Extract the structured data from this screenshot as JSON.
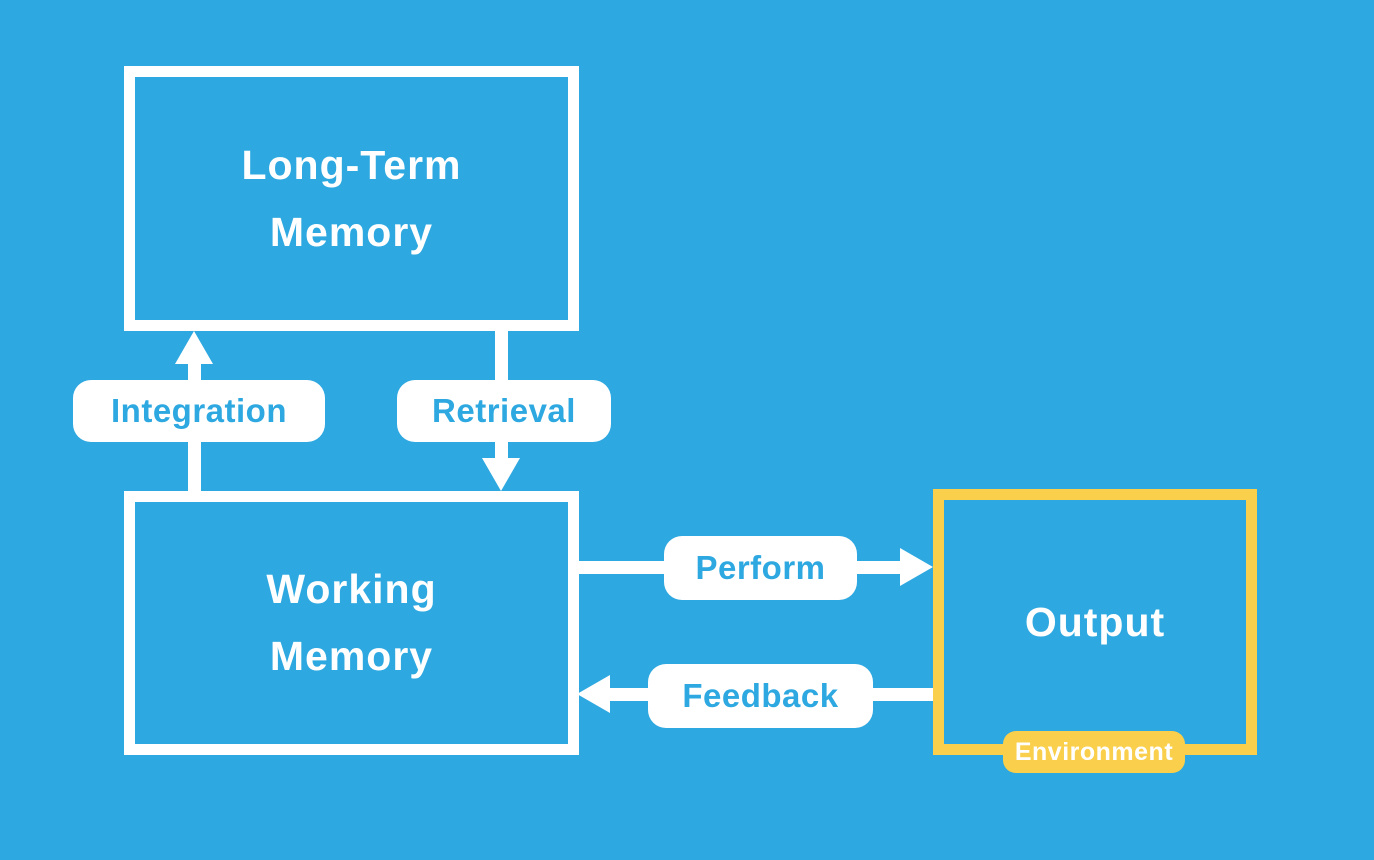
{
  "palette": {
    "background_blue": "#2EA8E0",
    "box_border_white": "#FFFFFF",
    "accent_yellow": "#F9CF4B",
    "pill_text_blue": "#2EA8E0",
    "node_text_white": "#FFFFFF"
  },
  "diagram": {
    "nodes": [
      {
        "id": "long-term-memory",
        "label": "Long-Term\nMemory",
        "border": "white"
      },
      {
        "id": "working-memory",
        "label": "Working\nMemory",
        "border": "white"
      },
      {
        "id": "output",
        "label": "Output",
        "border": "yellow",
        "badge": "Environment"
      }
    ],
    "edges": [
      {
        "id": "integration",
        "label": "Integration",
        "from": "working-memory",
        "to": "long-term-memory",
        "direction": "up"
      },
      {
        "id": "retrieval",
        "label": "Retrieval",
        "from": "long-term-memory",
        "to": "working-memory",
        "direction": "down"
      },
      {
        "id": "perform",
        "label": "Perform",
        "from": "working-memory",
        "to": "output",
        "direction": "right"
      },
      {
        "id": "feedback",
        "label": "Feedback",
        "from": "output",
        "to": "working-memory",
        "direction": "left"
      }
    ]
  }
}
